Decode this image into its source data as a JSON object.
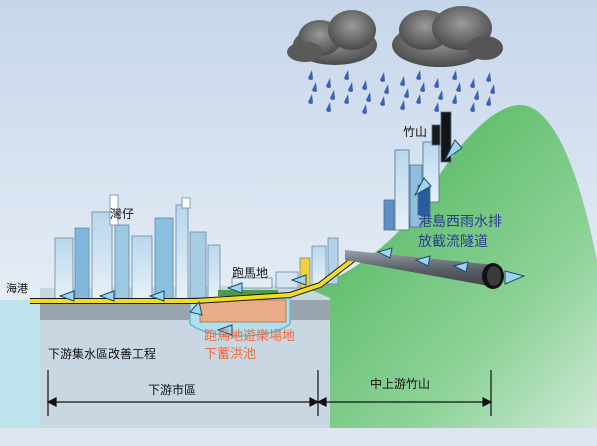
{
  "labels": {
    "harbour": "海港",
    "wan_chai": "灣仔",
    "happy_valley": "跑馬地",
    "mount_nicholson": "竹山",
    "tunnel_line1": "港島西雨水排",
    "tunnel_line2": "放截流隧道",
    "tank_line1": "跑馬地遊樂場地",
    "tank_line2": "下蓄洪池",
    "lower_works": "下游集水區改善工程",
    "downstream_urban": "下游市區",
    "mid_upstream": "中上游竹山"
  },
  "colors": {
    "sky_top": "#cfdced",
    "sky_bottom": "#f2f6fa",
    "hill": "#49b04f",
    "tunnel": "#6a6f78",
    "drain": "#f2dc1c",
    "tank": "#f0a77d",
    "tank_text": "#ef6b3b",
    "tunnel_text": "#2a3d8f",
    "water": "#a9dcef"
  }
}
